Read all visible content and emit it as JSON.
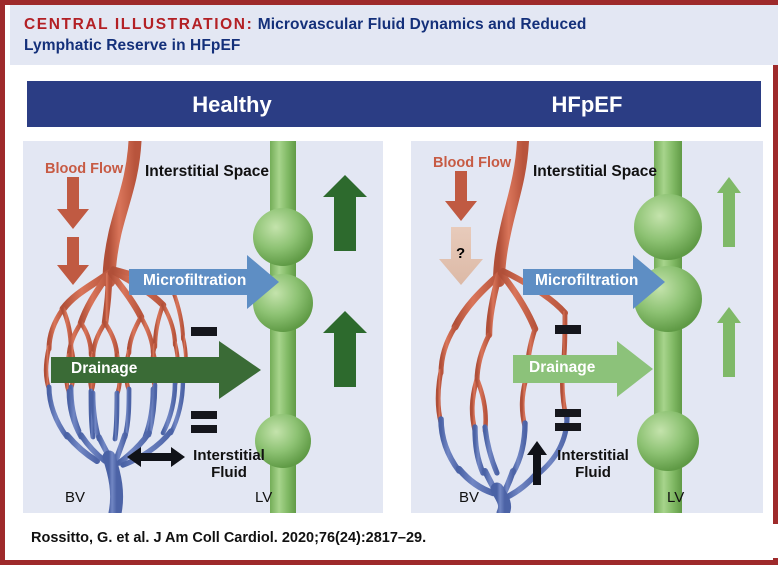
{
  "figure": {
    "border_color": "#9e2a2b",
    "page_background": "#ffffff"
  },
  "header": {
    "label": "CENTRAL ILLUSTRATION:",
    "title": "Microvascular Fluid Dynamics and Reduced Lymphatic Reserve in HFpEF",
    "title_line_1": "Microvascular Fluid Dynamics and Reduced",
    "title_line_2": "Lymphatic Reserve in HFpEF",
    "label_color": "#b32025",
    "title_color": "#14307a",
    "background": "#e3e7f3"
  },
  "banner": {
    "background": "#2b3d84",
    "text_color": "#ffffff",
    "left_label": "Healthy",
    "right_label": "HFpEF"
  },
  "panels": {
    "background": "#e3e7f3",
    "healthy": {
      "name": "Healthy",
      "blood_flow_label": "Blood Flow",
      "blood_flow_color": "#c75b44",
      "interstitial_space_label": "Interstitial Space",
      "microfiltration_label": "Microfiltration",
      "microfiltration_color": "#5e8ec4",
      "drainage_label": "Drainage",
      "drainage_color": "#3a6b36",
      "minus_symbol": "−",
      "equals_symbol": "=",
      "interstitial_fluid_label_line_1": "Interstitial",
      "interstitial_fluid_label_line_2": "Fluid",
      "interstitial_fluid_trend": "unchanged",
      "lymph_flow_arrow_color": "#2d6a2d",
      "lymph_flow_state": "normal",
      "blood_flow_arrow_state": "normal",
      "bv_label": "BV",
      "lv_label": "LV",
      "arteriole_color": "#cf6246",
      "venule_color": "#5a72b5",
      "lymphatic_color": "#7cb661",
      "capillary_density": "dense"
    },
    "hfpef": {
      "name": "HFpEF",
      "blood_flow_label": "Blood Flow",
      "blood_flow_color": "#c75b44",
      "interstitial_space_label": "Interstitial Space",
      "microfiltration_label": "Microfiltration",
      "microfiltration_color": "#5e8ec4",
      "drainage_label": "Drainage",
      "drainage_color": "#8cc27a",
      "minus_symbol": "−",
      "equals_symbol": "=",
      "interstitial_fluid_label_line_1": "Interstitial",
      "interstitial_fluid_label_line_2": "Fluid",
      "interstitial_fluid_trend": "increased",
      "lymph_flow_arrow_color": "#7fb968",
      "lymph_flow_state": "reduced",
      "blood_flow_arrow_state": "uncertain",
      "blood_flow_question_mark": "?",
      "bv_label": "BV",
      "lv_label": "LV",
      "arteriole_color": "#cf6246",
      "venule_color": "#5a72b5",
      "lymphatic_color": "#7cb661",
      "capillary_density": "rarefied"
    }
  },
  "footer": {
    "citation": "Rossitto, G. et al. J Am Coll Cardiol. 2020;76(24):2817–29."
  }
}
